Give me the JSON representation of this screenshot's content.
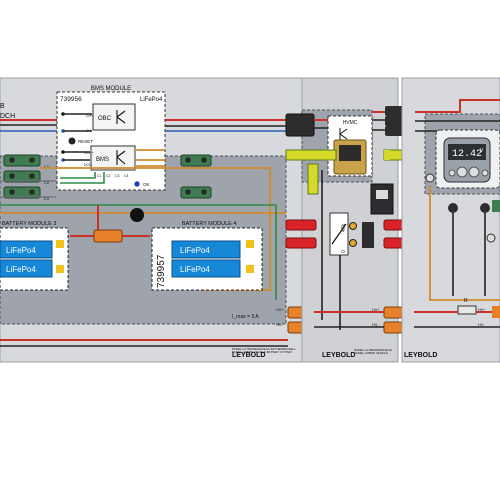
{
  "left_panel": {
    "partial_labels": [
      "B",
      "DCH"
    ],
    "bms_module": {
      "title": "BMS MODULE",
      "part_number": "739956",
      "chemistry": "LiFePo4",
      "obc_label": "OBC",
      "bms_label": "BMS",
      "reset_label": "RESET",
      "ok_label": "OK",
      "pin_labels": [
        "CH+",
        "CH-",
        "DCH+",
        "DCH-",
        "C1",
        "C2",
        "C3",
        "C4"
      ]
    },
    "connector_labels": [
      "C1",
      "C2",
      "C3"
    ],
    "battery_module_3": {
      "title": "BATTERY MODULE 3",
      "cells": [
        "LiFePo4",
        "LiFePo4"
      ]
    },
    "battery_module_4": {
      "title": "BATTERY MODULE 4",
      "part_number": "739957",
      "cells": [
        "LiFePo4",
        "LiFePo4"
      ]
    },
    "fuse_label": "I_max = 3 A",
    "hv_labels": [
      "HV+",
      "HV-"
    ],
    "brand": "LEYBOLD",
    "model_text": [
      "MODELL HYBRIDFAHRZEUG BATTERIEMODELL",
      "MODEL HYBRID VEHICLE BATTERY SYSTEM"
    ]
  },
  "middle_panel": {
    "hvmc_label": "HVMC",
    "resistor_labels": [
      "47k",
      "0"
    ],
    "hv_labels": [
      "HV+",
      "HV-"
    ],
    "brand": "LEYBOLD",
    "model_text": [
      "MODELL HYBRIDFAHRZEUG",
      "MODEL HYBRID VEHICLE"
    ]
  },
  "right_panel": {
    "display_value": "12.42",
    "display_unit": "V",
    "r_label": "R",
    "hv_labels": [
      "HV+",
      "HV-"
    ],
    "brand": "LEYBOLD"
  },
  "colors": {
    "panel_gray": "#9fa3ab",
    "panel_light": "#d8d9dc",
    "red_connector": "#d92328",
    "orange_connector": "#e8812a",
    "green_connector": "#3f7c4f",
    "cell_blue": "#1787d8"
  }
}
